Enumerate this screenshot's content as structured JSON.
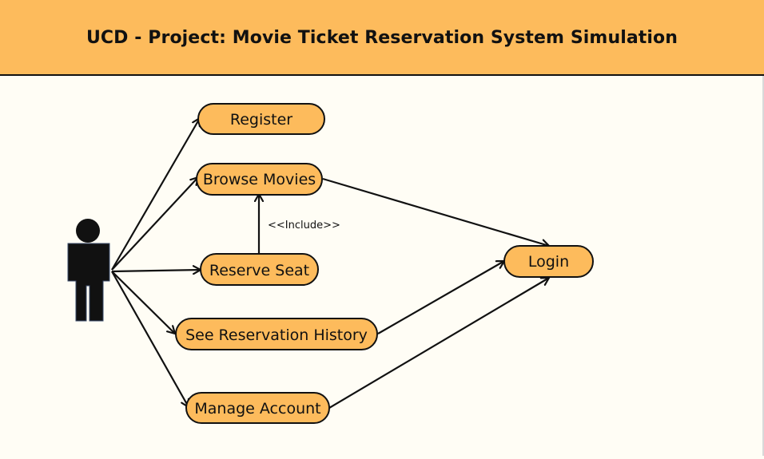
{
  "header": {
    "title": "UCD - Project: Movie Ticket Reservation System Simulation"
  },
  "diagram": {
    "actor": {
      "icon": "person-icon"
    },
    "use_cases": {
      "register": "Register",
      "browse_movies": "Browse Movies",
      "reserve_seat": "Reserve Seat",
      "see_history": "See Reservation History",
      "manage_account": "Manage Account",
      "login": "Login"
    },
    "include_label": "<<Include>>",
    "colors": {
      "header_bg": "#fdbb5c",
      "usecase_fill": "#fdbb5c",
      "stroke": "#111111",
      "canvas_bg": "#fffdf5"
    }
  }
}
